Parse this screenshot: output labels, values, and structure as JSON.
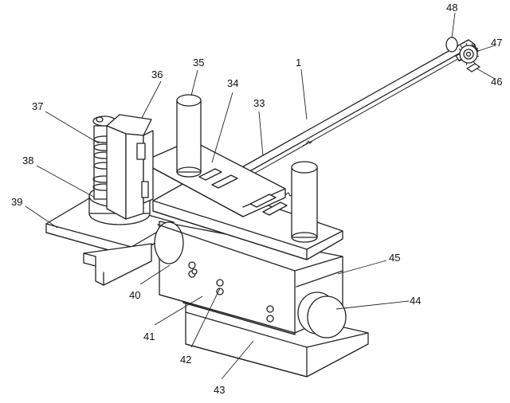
{
  "figure": {
    "labels": {
      "l1": "1",
      "l33": "33",
      "l34": "34",
      "l35": "35",
      "l36": "36",
      "l37": "37",
      "l38": "38",
      "l39": "39",
      "l40": "40",
      "l41": "41",
      "l42": "42",
      "l43": "43",
      "l44": "44",
      "l45": "45",
      "l46": "46",
      "l47": "47",
      "l48": "48"
    },
    "colors": {
      "line": "#222222",
      "background": "#ffffff"
    }
  }
}
